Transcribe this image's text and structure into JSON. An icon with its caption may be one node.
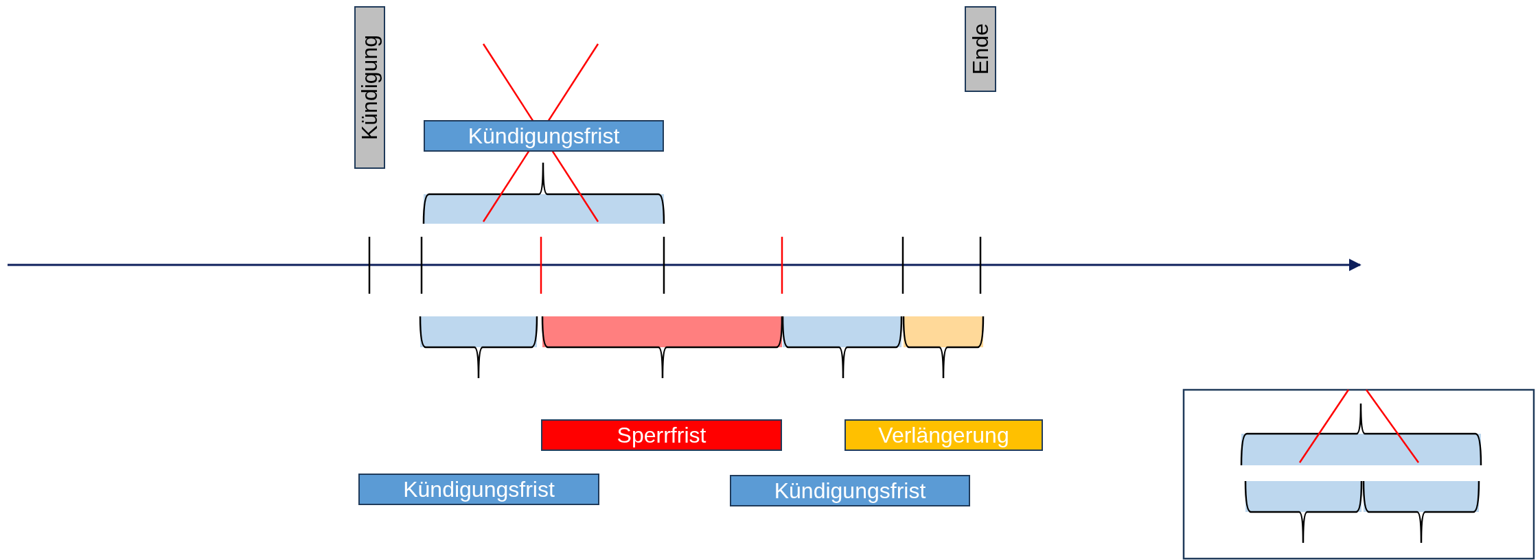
{
  "diagram": {
    "nodes": [
      {
        "text": [
          "Kündigung"
        ]
      },
      {
        "text": [
          "Ende"
        ]
      },
      {
        "text": [
          "Kündigungsfrist"
        ]
      },
      {
        "text": [
          "Sperrfrist"
        ]
      },
      {
        "text": [
          "Verlängerung"
        ]
      },
      {
        "text": [
          "Kündigungsfrist"
        ]
      },
      {
        "text": [
          "Kündigungsfrist"
        ]
      }
    ]
  }
}
